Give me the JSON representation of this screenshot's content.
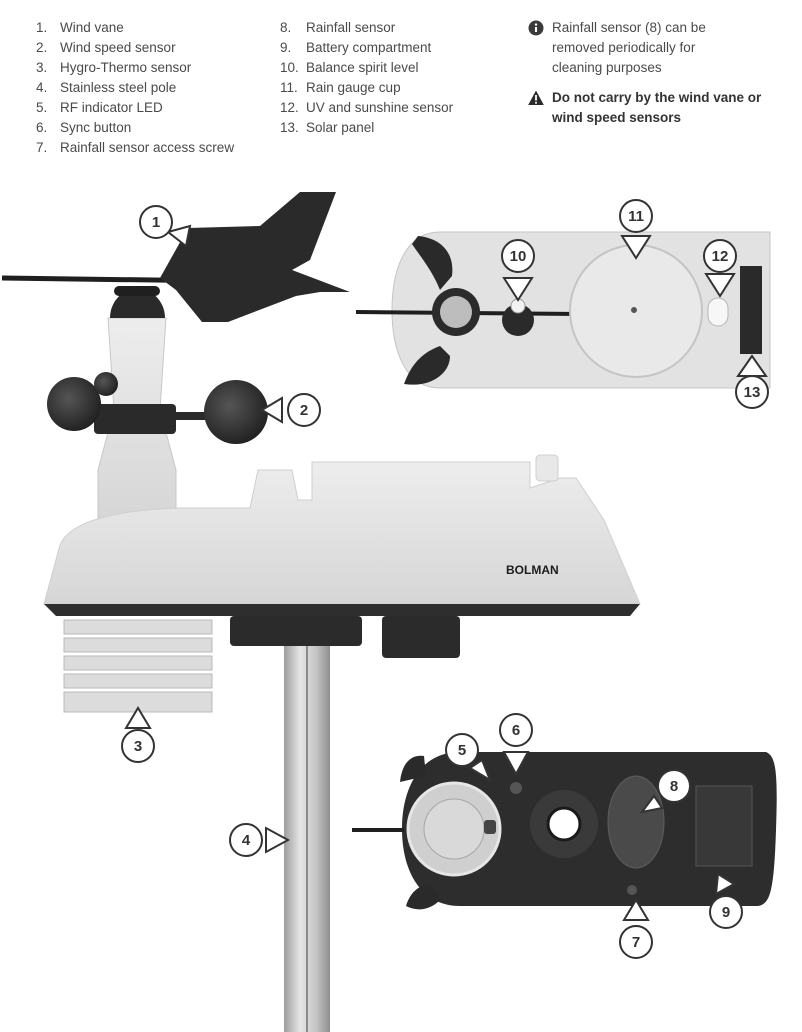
{
  "legend": {
    "col1": [
      {
        "num": "1.",
        "label": "Wind vane"
      },
      {
        "num": "2.",
        "label": "Wind speed sensor"
      },
      {
        "num": "3.",
        "label": "Hygro-Thermo sensor"
      },
      {
        "num": "4.",
        "label": "Stainless steel pole"
      },
      {
        "num": "5.",
        "label": "RF indicator LED"
      },
      {
        "num": "6.",
        "label": "Sync button"
      },
      {
        "num": "7.",
        "label": "Rainfall sensor access screw"
      }
    ],
    "col2": [
      {
        "num": "8.",
        "label": "Rainfall sensor"
      },
      {
        "num": "9.",
        "label": "Battery compartment"
      },
      {
        "num": "10.",
        "label": "Balance spirit level"
      },
      {
        "num": "11.",
        "label": "Rain gauge cup"
      },
      {
        "num": "12.",
        "label": "UV and sunshine sensor"
      },
      {
        "num": "13.",
        "label": "Solar panel"
      }
    ]
  },
  "notes": {
    "info": "Rainfall sensor (8) can be removed periodically for cleaning purposes",
    "warning": "Do not carry by the wind vane or wind speed sensors"
  },
  "brand": "BOLMAN",
  "callouts": [
    "1",
    "2",
    "3",
    "4",
    "5",
    "6",
    "7",
    "8",
    "9",
    "10",
    "11",
    "12",
    "13"
  ],
  "colors": {
    "body": "#e4e4e4",
    "dark": "#2b2b2b",
    "pole": "#c9c9c9",
    "callout_stroke": "#333333"
  }
}
